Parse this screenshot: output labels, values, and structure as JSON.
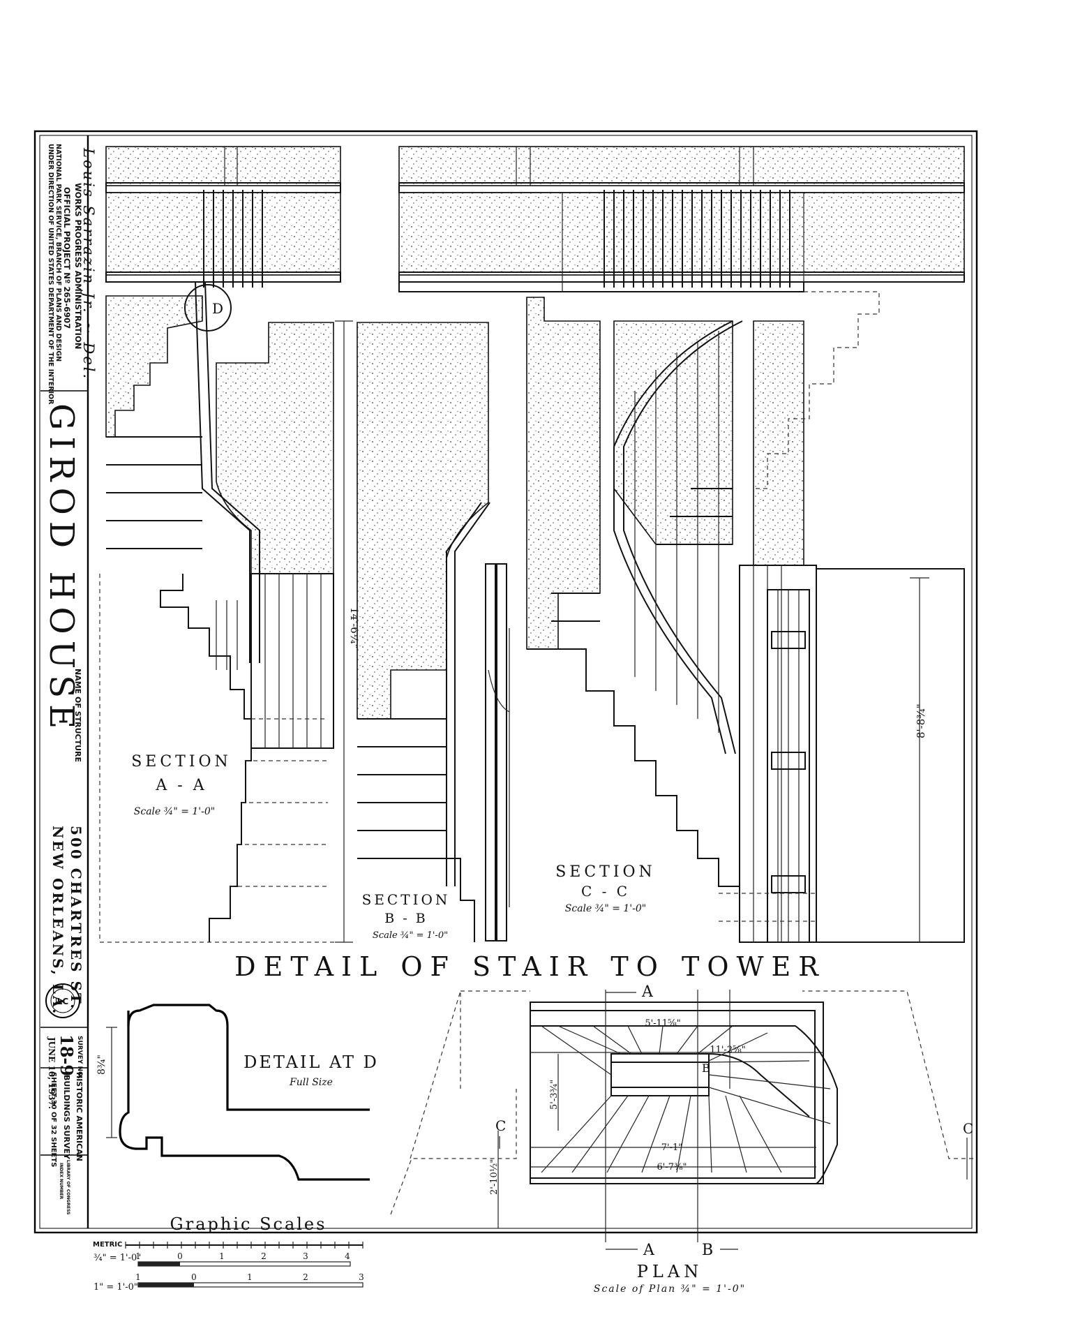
{
  "title_block": {
    "delineator": "Louis Sarrazin Jr. ~ Del.",
    "agency_line1": "WORKS PROGRESS ADMINISTRATION",
    "agency_line2": "OFFICIAL PROJECT Nº 265-6907",
    "agency_line3": "UNDER DIRECTION OF UNITED STATES DEPARTMENT OF THE INTERIOR",
    "agency_line4": "NATIONAL PARK SERVICE, BRANCH OF PLANS AND DESIGN",
    "structure_name": "GIROD HOUSE",
    "structure_label": "NAME OF STRUCTURE",
    "address_line1": "500 CHARTRES ST.",
    "address_line2": "NEW ORLEANS, LA.",
    "seal_text": "LC",
    "survey_label": "SURVEY NO.",
    "survey_number": "18-9",
    "date": "JUNE 10, 1937.",
    "habs_line1": "HISTORIC AMERICAN",
    "habs_line2": "BUILDINGS SURVEY",
    "sheet_line": "SHEET 30 OF 32 SHEETS",
    "loc_line1": "LIBRARY OF CONGRESS",
    "loc_line2": "INDEX NUMBER"
  },
  "drawing": {
    "main_title": "DETAIL OF STAIR TO TOWER",
    "section_aa_title": "SECTION",
    "section_aa_letters": "A - A",
    "section_aa_scale": "Scale ¾\" = 1'-0\"",
    "section_bb_title": "SECTION",
    "section_bb_letters": "B - B",
    "section_bb_scale": "Scale ¾\" = 1'-0\"",
    "section_cc_title": "SECTION",
    "section_cc_letters": "C - C",
    "section_cc_scale": "Scale ¾\" = 1'-0\"",
    "detail_d_label": "D",
    "detail_d_title": "DETAIL AT D",
    "detail_d_scale": "Full Size",
    "dim_detail_d": "8¾\"",
    "dim_height_aa": "14'-6¼\"",
    "dim_height_cc": "8'-8¾\"",
    "plan_title": "PLAN",
    "plan_scale": "Scale of Plan ¾\" = 1'-0\"",
    "plan_dims": [
      "5'-11⅝\"",
      "11'-2⅝\"",
      "5'-3¾\"",
      "2'-10½\"",
      "7'-1\"",
      "6'-7⅜\""
    ],
    "cut_a_top": "A",
    "cut_a_bottom": "A",
    "cut_b_mid": "B",
    "cut_b_bottom": "B",
    "cut_c_left": "C",
    "cut_c_right": "C"
  },
  "graphic_scales": {
    "title": "Graphic Scales",
    "metric_label": "METRIC",
    "scale1_label": "¾\" = 1'-0\"",
    "scale1_ticks": [
      "1",
      "0",
      "1",
      "2",
      "3",
      "4"
    ],
    "scale2_label": "1\" = 1'-0\"",
    "scale2_ticks": [
      "1",
      "0",
      "1",
      "2",
      "3"
    ]
  }
}
